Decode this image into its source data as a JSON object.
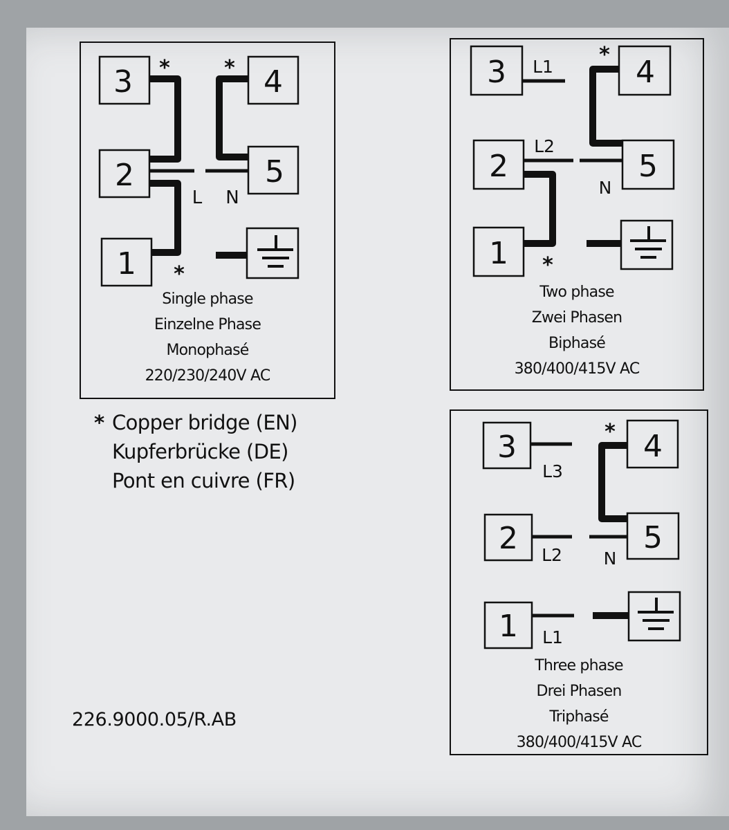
{
  "diagrams": {
    "single": {
      "terminals": [
        "3",
        "4",
        "2",
        "5",
        "1"
      ],
      "bridge_marks": [
        "*",
        "*",
        "*"
      ],
      "wire_labels": [
        "L",
        "N"
      ],
      "caption": [
        "Single phase",
        "Einzelne Phase",
        "Monophasé",
        "220/230/240V AC"
      ]
    },
    "two": {
      "terminals": [
        "3",
        "4",
        "2",
        "5",
        "1"
      ],
      "bridge_marks": [
        "*",
        "*"
      ],
      "wire_labels": [
        "L1",
        "L2",
        "N"
      ],
      "caption": [
        "Two phase",
        "Zwei Phasen",
        "Biphasé",
        "380/400/415V AC"
      ]
    },
    "three": {
      "terminals": [
        "3",
        "4",
        "2",
        "5",
        "1"
      ],
      "bridge_marks": [
        "*"
      ],
      "wire_labels": [
        "L3",
        "L2",
        "N",
        "L1"
      ],
      "caption": [
        "Three phase",
        "Drei Phasen",
        "Triphasé",
        "380/400/415V AC"
      ]
    }
  },
  "legend": {
    "star": "*",
    "lines": [
      "Copper bridge (EN)",
      "Kupferbrücke (DE)",
      "Pont en cuivre (FR)"
    ]
  },
  "part_number": "226.9000.05/R.AB"
}
